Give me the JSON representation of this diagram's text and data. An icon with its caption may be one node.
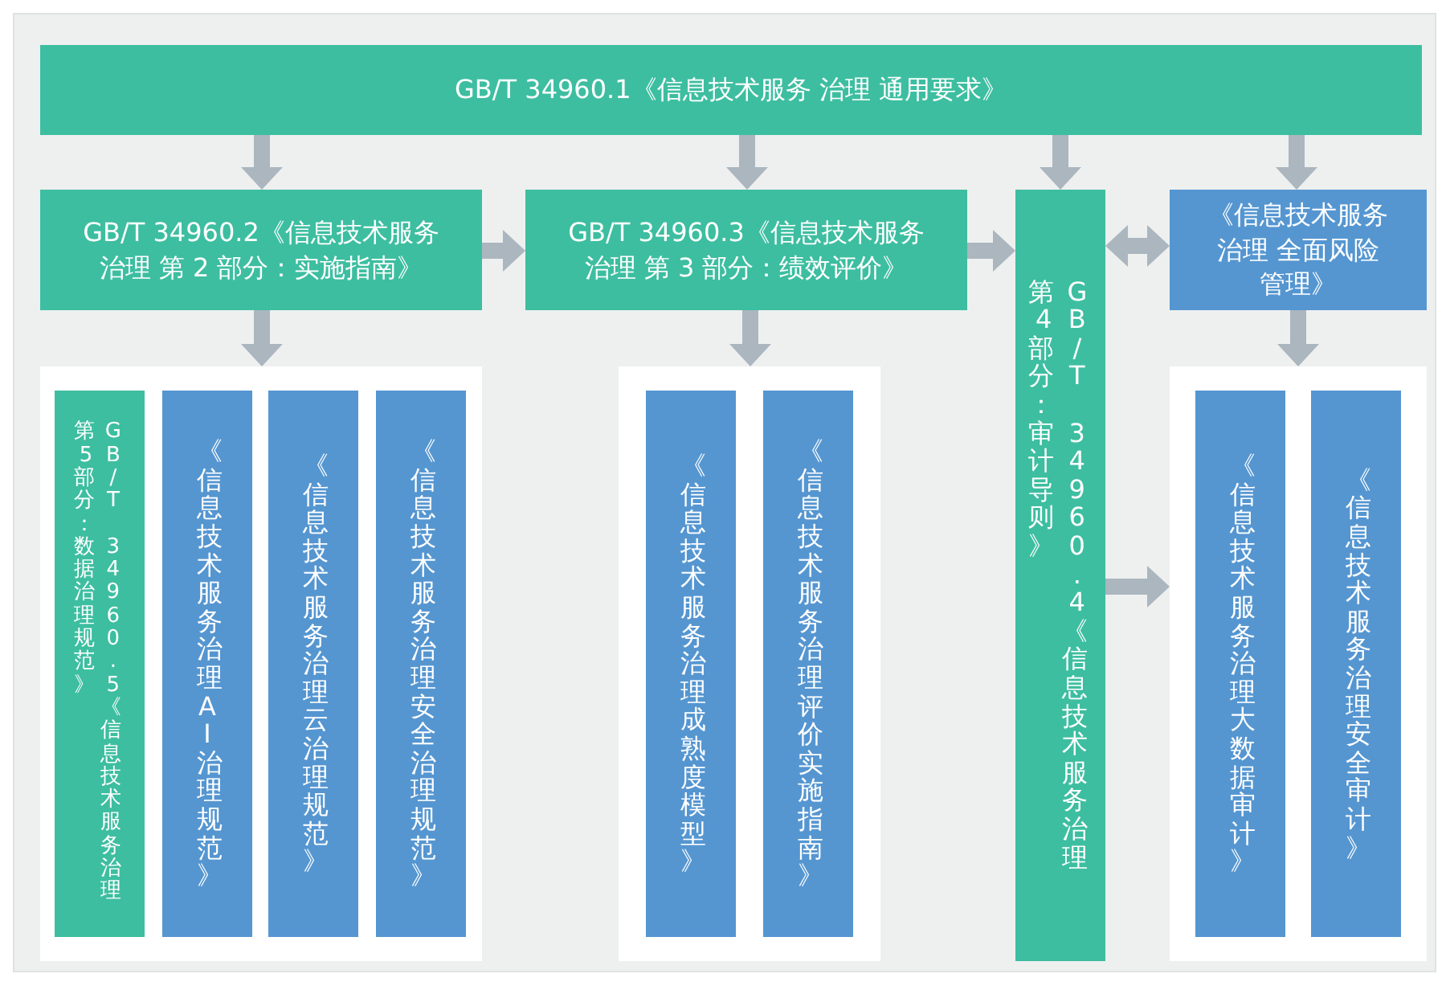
{
  "diagram": {
    "nodes": [
      {
        "text": [
          "GB/T 34960.1《信息技术服务 治理 通用要求》"
        ]
      },
      {
        "text": [
          "GB/T 34960.2《信息技术服务治理 第 2 部分：实施指南》"
        ]
      },
      {
        "text": [
          "GB/T 34960.3《信息技术服务治理 第 3 部分：绩效评价》"
        ]
      },
      {
        "text": [
          "GB/T 34960.4《信息技术服务治理第4部分：审计导则》"
        ]
      },
      {
        "text": [
          "《信息技术服务治理 全面风险管理》"
        ]
      },
      {
        "text": [],
        "shape": "box"
      },
      {
        "text": [
          "GB/T 34960.5《信息技术服务治理第5部分：数据治理规范》"
        ],
        "in": 5
      },
      {
        "text": [
          "《信息技术服务治理AI治理规范》"
        ],
        "in": 5
      },
      {
        "text": [
          "《信息技术服务治理云治理规范》"
        ],
        "in": 5
      },
      {
        "text": [
          "《信息技术服务治理安全治理规范》"
        ],
        "in": 5
      },
      {
        "text": [],
        "shape": "box"
      },
      {
        "text": [
          "《信息技术服务治理成熟度模型》"
        ],
        "in": 10
      },
      {
        "text": [
          "《信息技术服务治理评价实施指南》"
        ],
        "in": 10
      },
      {
        "text": [],
        "shape": "box"
      },
      {
        "text": [
          "《信息技术服务治理大数据审计》"
        ],
        "in": 13
      },
      {
        "text": [
          "《信息技术服务治理安全审计》"
        ],
        "in": 13
      }
    ],
    "edges": [
      {
        "from": 0,
        "to": 1,
        "arrow": "to"
      },
      {
        "from": 0,
        "to": 2,
        "arrow": "to"
      },
      {
        "from": 0,
        "to": 3,
        "arrow": "to"
      },
      {
        "from": 0,
        "to": 4,
        "arrow": "to"
      },
      {
        "from": 1,
        "to": 2,
        "arrow": "to"
      },
      {
        "from": 2,
        "to": 3,
        "arrow": "to"
      },
      {
        "from": 3,
        "to": 4,
        "arrow": "both"
      },
      {
        "from": 1,
        "to": 5,
        "arrow": "to"
      },
      {
        "from": 2,
        "to": 10,
        "arrow": "to"
      },
      {
        "from": 4,
        "to": 13,
        "arrow": "to"
      },
      {
        "from": 3,
        "to": 13,
        "arrow": "to"
      }
    ]
  }
}
